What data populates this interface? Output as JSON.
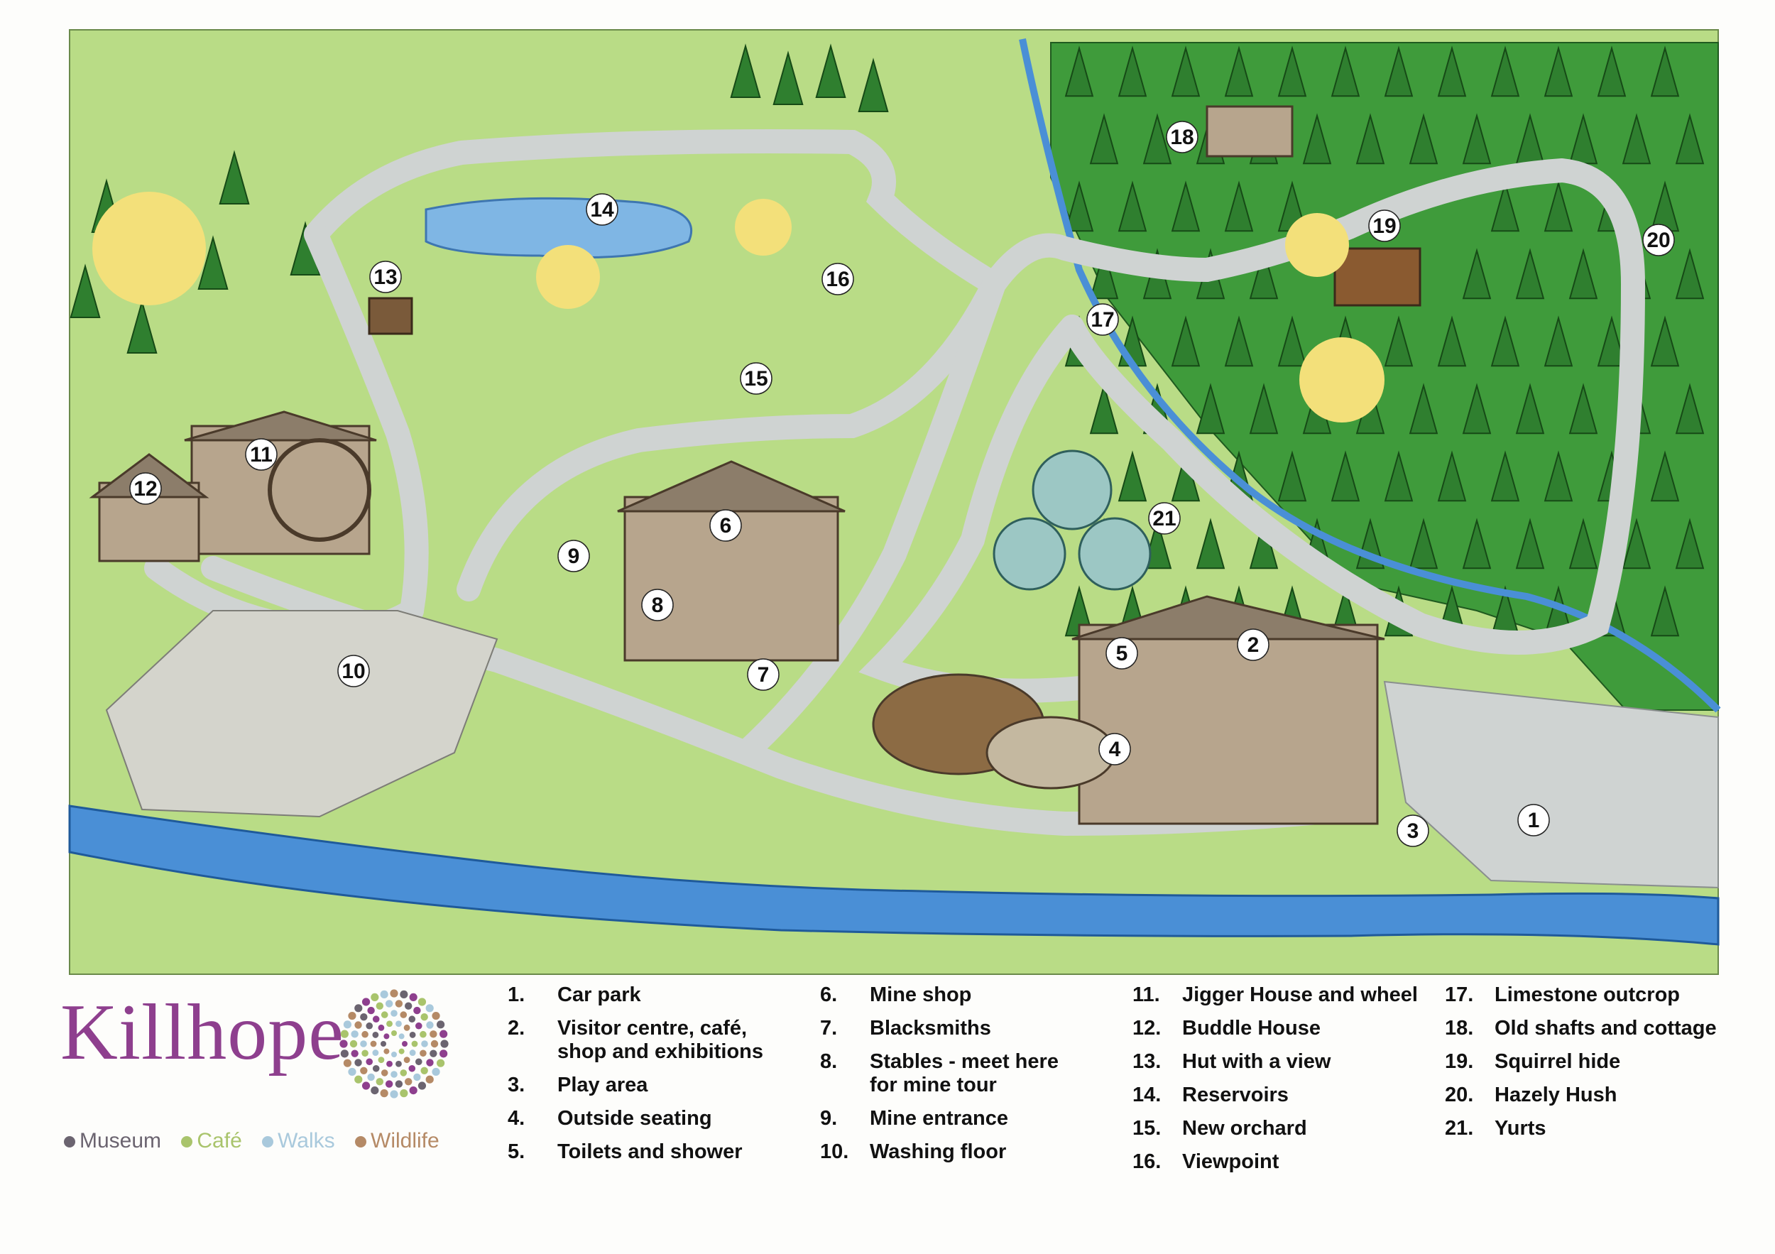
{
  "brand": {
    "name": "Killhope",
    "tagline": [
      {
        "label": "Museum",
        "color": "#6b6470"
      },
      {
        "label": "Café",
        "color": "#a9c46c"
      },
      {
        "label": "Walks",
        "color": "#a9c9dc"
      },
      {
        "label": "Wildlife",
        "color": "#b58a66"
      }
    ]
  },
  "colors": {
    "grass": "#b9dc86",
    "path": "#cfd3d2",
    "water": "#7fb6e4",
    "forest": "#3f9b3b",
    "river": "#4a8fd6"
  },
  "map_pins": [
    {
      "number": "1",
      "label": "Car park"
    },
    {
      "number": "2",
      "label": "Visitor centre, café, shop and exhibitions"
    },
    {
      "number": "3",
      "label": "Play area"
    },
    {
      "number": "4",
      "label": "Outside seating"
    },
    {
      "number": "5",
      "label": "Toilets and shower"
    },
    {
      "number": "6",
      "label": "Mine shop"
    },
    {
      "number": "7",
      "label": "Blacksmiths"
    },
    {
      "number": "8",
      "label": "Stables - meet here for mine tour"
    },
    {
      "number": "9",
      "label": "Mine entrance"
    },
    {
      "number": "10",
      "label": "Washing floor"
    },
    {
      "number": "11",
      "label": "Jigger House and wheel"
    },
    {
      "number": "12",
      "label": "Buddle House"
    },
    {
      "number": "13",
      "label": "Hut with a view"
    },
    {
      "number": "14",
      "label": "Reservoirs"
    },
    {
      "number": "15",
      "label": "New orchard"
    },
    {
      "number": "16",
      "label": "Viewpoint"
    },
    {
      "number": "17",
      "label": "Limestone outcrop"
    },
    {
      "number": "18",
      "label": "Old shafts and cottage"
    },
    {
      "number": "19",
      "label": "Squirrel hide"
    },
    {
      "number": "20",
      "label": "Hazely Hush"
    },
    {
      "number": "21",
      "label": "Yurts"
    }
  ],
  "legend": {
    "col1": [
      {
        "num": "1.",
        "label": "Car park"
      },
      {
        "num": "2.",
        "label": "Visitor centre, café,\nshop and exhibitions"
      },
      {
        "num": "3.",
        "label": "Play area"
      },
      {
        "num": "4.",
        "label": "Outside seating"
      },
      {
        "num": "5.",
        "label": "Toilets and shower"
      }
    ],
    "col2": [
      {
        "num": "6.",
        "label": "Mine shop"
      },
      {
        "num": "7.",
        "label": "Blacksmiths"
      },
      {
        "num": "8.",
        "label": "Stables - meet here\nfor mine tour"
      },
      {
        "num": "9.",
        "label": "Mine entrance"
      },
      {
        "num": "10.",
        "label": "Washing floor"
      }
    ],
    "col3": [
      {
        "num": "11.",
        "label": "Jigger House and wheel"
      },
      {
        "num": "12.",
        "label": "Buddle House"
      },
      {
        "num": "13.",
        "label": "Hut with a view"
      },
      {
        "num": "14.",
        "label": "Reservoirs"
      },
      {
        "num": "15.",
        "label": "New orchard"
      },
      {
        "num": "16.",
        "label": "Viewpoint"
      }
    ],
    "col4": [
      {
        "num": "17.",
        "label": "Limestone outcrop"
      },
      {
        "num": "18.",
        "label": "Old shafts and cottage"
      },
      {
        "num": "19.",
        "label": "Squirrel hide"
      },
      {
        "num": "20.",
        "label": "Hazely Hush"
      },
      {
        "num": "21.",
        "label": "Yurts"
      }
    ]
  }
}
